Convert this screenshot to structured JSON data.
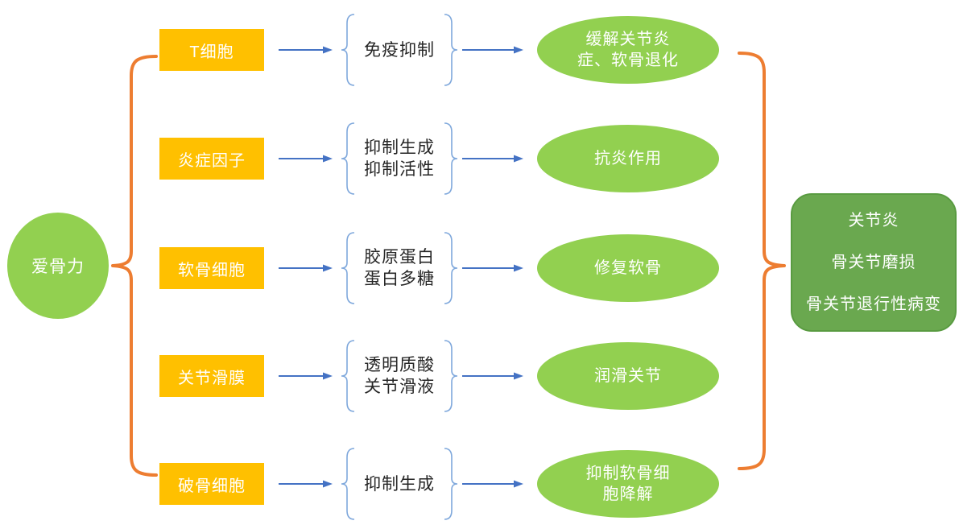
{
  "source": {
    "label": "爱骨力"
  },
  "rows": [
    {
      "target": "T细胞",
      "mechanism": "免疫抑制",
      "effect": "缓解关节炎\n症、软骨退化"
    },
    {
      "target": "炎症因子",
      "mechanism": "抑制生成\n抑制活性",
      "effect": "抗炎作用"
    },
    {
      "target": "软骨细胞",
      "mechanism": "胶原蛋白\n蛋白多糖",
      "effect": "修复软骨"
    },
    {
      "target": "关节滑膜",
      "mechanism": "透明质酸\n关节滑液",
      "effect": "润滑关节"
    },
    {
      "target": "破骨细胞",
      "mechanism": "抑制生成",
      "effect": "抑制软骨细\n胞降解"
    }
  ],
  "outcome": {
    "line1": "关节炎",
    "line2": "骨关节磨损",
    "line3": "骨关节退行性病变"
  },
  "colors": {
    "node_gold": "#FFC000",
    "node_light_green": "#92D050",
    "outcome_green": "#6AA84F",
    "gather_brace_orange": "#ED7D31",
    "arrow_blue": "#4472C4",
    "small_brace_blue": "#7FA8DC"
  }
}
